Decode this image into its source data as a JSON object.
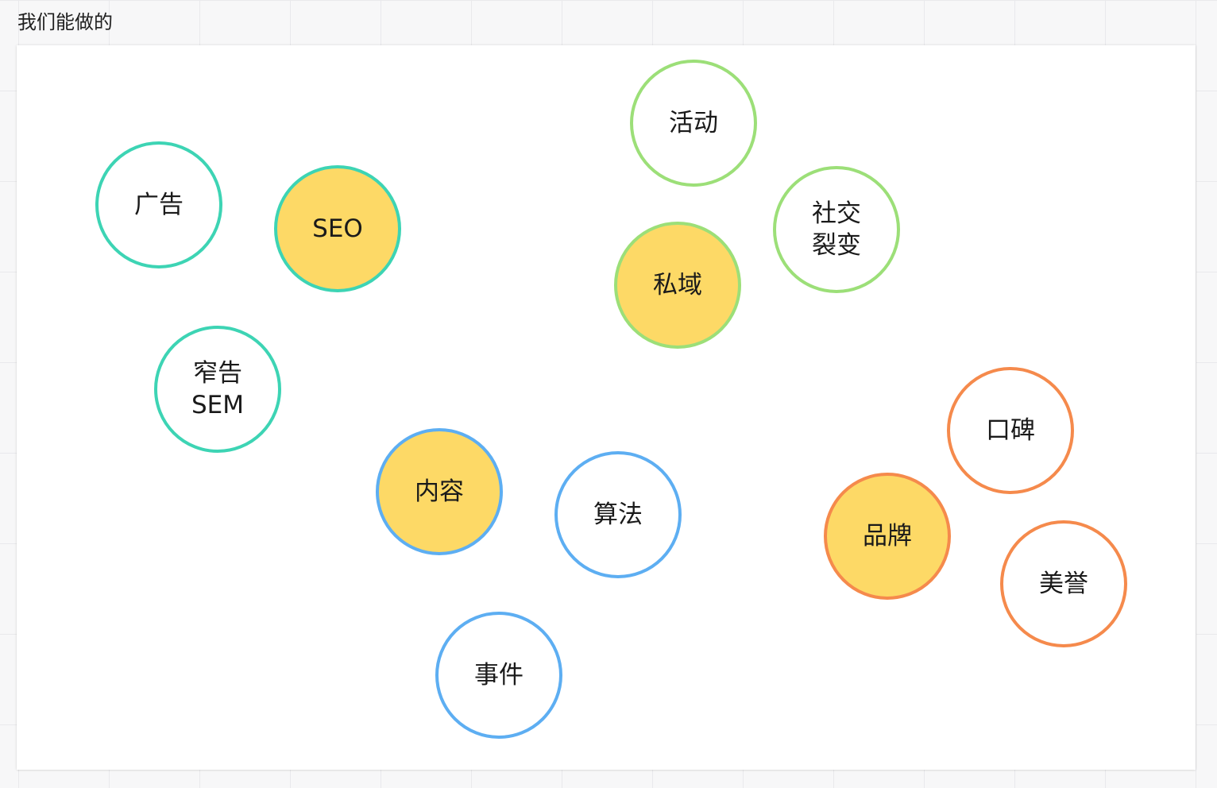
{
  "frame": {
    "title": "我们能做的"
  },
  "diagram": {
    "nodes": [
      {
        "id": "guanggao",
        "label": "广告",
        "group": "teal",
        "filled": false
      },
      {
        "id": "seo",
        "label": "SEO",
        "group": "teal",
        "filled": true
      },
      {
        "id": "sem",
        "label": "窄告\nSEM",
        "group": "teal",
        "filled": false
      },
      {
        "id": "huodong",
        "label": "活动",
        "group": "green",
        "filled": false
      },
      {
        "id": "shejiao",
        "label": "社交\n裂变",
        "group": "green",
        "filled": false
      },
      {
        "id": "siyu",
        "label": "私域",
        "group": "green",
        "filled": true
      },
      {
        "id": "neirong",
        "label": "内容",
        "group": "blue",
        "filled": true
      },
      {
        "id": "suanfa",
        "label": "算法",
        "group": "blue",
        "filled": false
      },
      {
        "id": "shijian",
        "label": "事件",
        "group": "blue",
        "filled": false
      },
      {
        "id": "koubei",
        "label": "口碑",
        "group": "orange",
        "filled": false
      },
      {
        "id": "pinpai",
        "label": "品牌",
        "group": "orange",
        "filled": true
      },
      {
        "id": "meiyu",
        "label": "美誉",
        "group": "orange",
        "filled": false
      }
    ]
  },
  "colors": {
    "teal": "#3dd4b4",
    "green": "#9cdf78",
    "blue": "#5daef2",
    "orange": "#f58a4c",
    "fill": "#fdd966"
  }
}
